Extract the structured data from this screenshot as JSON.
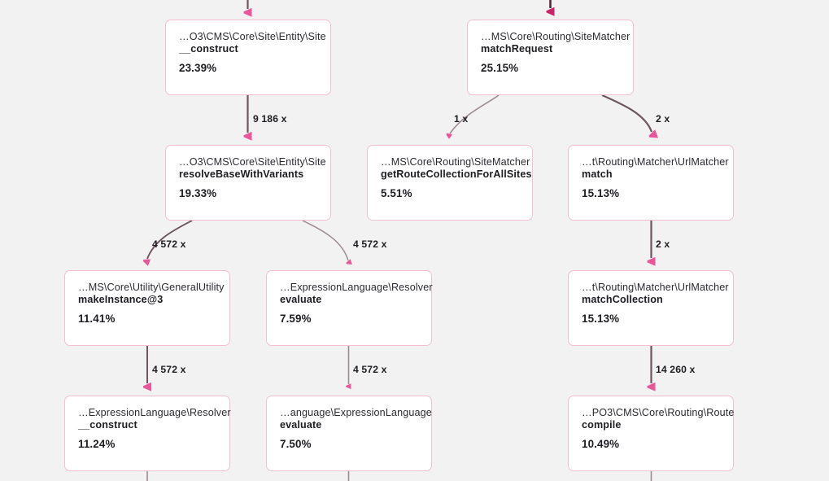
{
  "graph": {
    "background_color": "#f2f2f2",
    "node_background": "#ffffff",
    "node_border_color": "#f2bfd1",
    "edge_arrow_color": "#e8579a",
    "edge_arrow_color_strong": "#c92366",
    "edge_line_color": "#6e5660",
    "nodes": [
      {
        "id": "site-construct",
        "class_name": "…O3\\CMS\\Core\\Site\\Entity\\Site",
        "method": "__construct",
        "percent": "23.39%"
      },
      {
        "id": "sitematcher-matchrequest",
        "class_name": "…MS\\Core\\Routing\\SiteMatcher",
        "method": "matchRequest",
        "percent": "25.15%"
      },
      {
        "id": "site-resolvebasewithvariants",
        "class_name": "…O3\\CMS\\Core\\Site\\Entity\\Site",
        "method": "resolveBaseWithVariants",
        "percent": "19.33%"
      },
      {
        "id": "sitematcher-getroutecollectionforallsites",
        "class_name": "…MS\\Core\\Routing\\SiteMatcher",
        "method": "getRouteCollectionForAllSites",
        "percent": "5.51%"
      },
      {
        "id": "urlmatcher-match",
        "class_name": "…t\\Routing\\Matcher\\UrlMatcher",
        "method": "match",
        "percent": "15.13%"
      },
      {
        "id": "generalutility-makeinstance",
        "class_name": "…MS\\Core\\Utility\\GeneralUtility",
        "method": "makeInstance@3",
        "percent": "11.41%"
      },
      {
        "id": "resolver-evaluate",
        "class_name": "…ExpressionLanguage\\Resolver",
        "method": "evaluate",
        "percent": "7.59%"
      },
      {
        "id": "urlmatcher-matchcollection",
        "class_name": "…t\\Routing\\Matcher\\UrlMatcher",
        "method": "matchCollection",
        "percent": "15.13%"
      },
      {
        "id": "resolver-construct",
        "class_name": "…ExpressionLanguage\\Resolver",
        "method": "__construct",
        "percent": "11.24%"
      },
      {
        "id": "expressionlanguage-evaluate",
        "class_name": "…anguage\\ExpressionLanguage",
        "method": "evaluate",
        "percent": "7.50%"
      },
      {
        "id": "route-compile",
        "class_name": "…PO3\\CMS\\Core\\Routing\\Route",
        "method": "compile",
        "percent": "10.49%"
      }
    ],
    "edge_labels": [
      {
        "id": "edge-9186",
        "text": "9 186 x"
      },
      {
        "id": "edge-1x",
        "text": "1 x"
      },
      {
        "id": "edge-2x-top",
        "text": "2 x"
      },
      {
        "id": "edge-4572-left",
        "text": "4 572 x"
      },
      {
        "id": "edge-4572-mid",
        "text": "4 572 x"
      },
      {
        "id": "edge-2x-right",
        "text": "2 x"
      },
      {
        "id": "edge-4572-left-lower",
        "text": "4 572 x"
      },
      {
        "id": "edge-4572-mid-lower",
        "text": "4 572 x"
      },
      {
        "id": "edge-14260",
        "text": "14 260 x"
      }
    ]
  }
}
